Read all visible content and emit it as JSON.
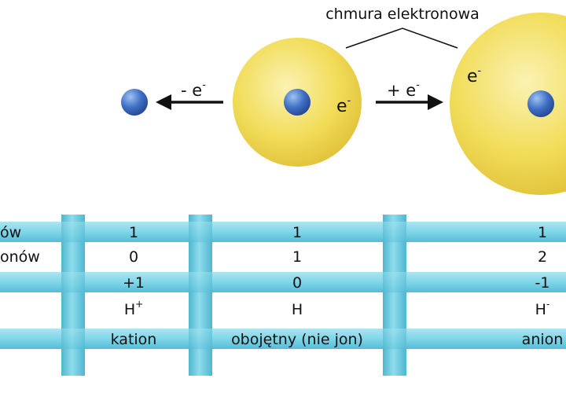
{
  "diagram": {
    "cloud_label": "chmura elektronowa",
    "electron": "e",
    "electron_sup": "-",
    "loss_label": "- e",
    "loss_sup": "-",
    "gain_label": "+ e",
    "gain_sup": "-"
  },
  "table": {
    "row_labels": [
      "ów",
      "onów",
      "",
      "",
      ""
    ],
    "columns": [
      {
        "cells": [
          "1",
          "0",
          "+1",
          "H",
          "kation"
        ],
        "sup": "+"
      },
      {
        "cells": [
          "1",
          "1",
          "0",
          "H",
          "obojętny (nie jon)"
        ],
        "sup": ""
      },
      {
        "cells": [
          "1",
          "2",
          "-1",
          "H",
          "anion"
        ],
        "sup": "-"
      }
    ]
  },
  "colors": {
    "nucleus": "#3f6fc4",
    "cloud": "#f2dd5a",
    "cloud_highlight": "#fbf2b4",
    "bar": "#7fd6e8",
    "bar_dark": "#4fb6cf",
    "arrow": "#111111"
  }
}
